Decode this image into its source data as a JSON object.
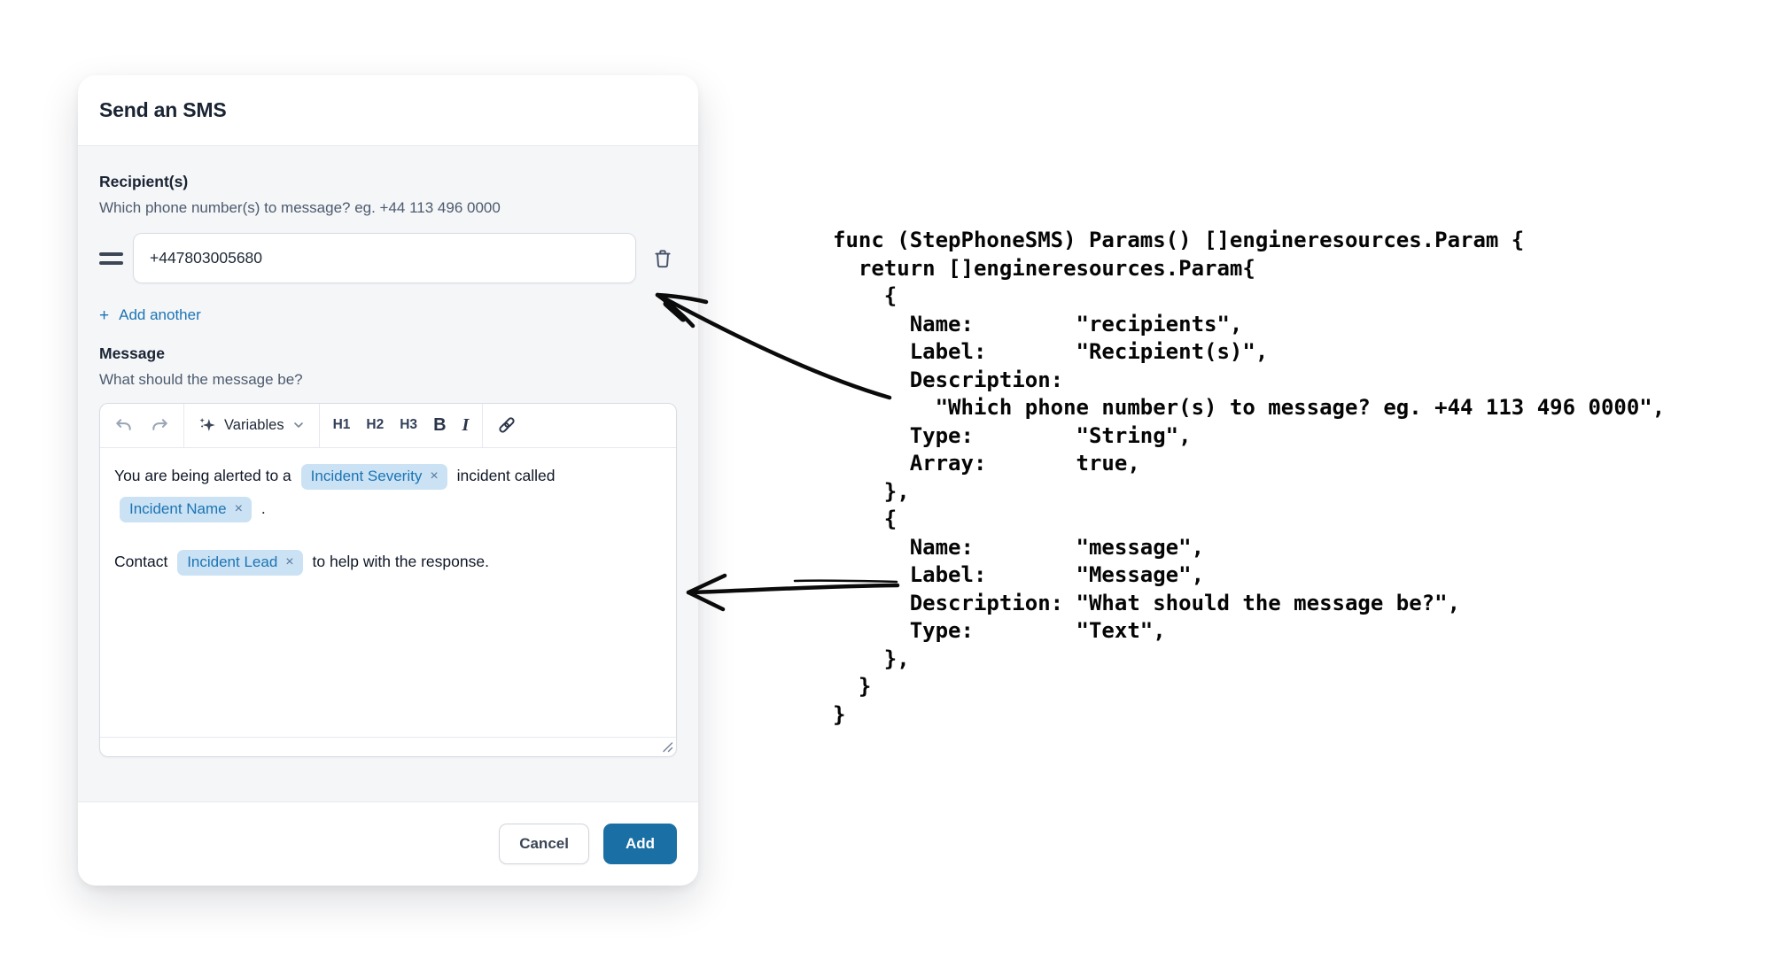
{
  "modal": {
    "title": "Send an SMS",
    "recipients": {
      "label": "Recipient(s)",
      "description": "Which phone number(s) to message? eg. +44 113 496 0000",
      "value": "+447803005680",
      "plus": "+",
      "add_another": "Add another"
    },
    "message": {
      "label": "Message",
      "description": "What should the message be?",
      "toolbar": {
        "variables": "Variables",
        "h1": "H1",
        "h2": "H2",
        "h3": "H3",
        "bold": "B",
        "italic": "I"
      },
      "content": {
        "line1_text1": "You are being alerted to a",
        "chip_severity": "Incident Severity",
        "line1_text2": "incident called",
        "chip_name": "Incident Name",
        "line2_text": ".",
        "line3_text1": "Contact",
        "chip_lead": "Incident Lead",
        "line3_text2": "to help with the response.",
        "chip_remove": "×"
      }
    },
    "footer": {
      "cancel": "Cancel",
      "add": "Add"
    }
  },
  "code": {
    "lines": [
      "func (StepPhoneSMS) Params() []engineresources.Param {",
      "  return []engineresources.Param{",
      "    {",
      "      Name:        \"recipients\",",
      "      Label:       \"Recipient(s)\",",
      "      Description:",
      "        \"Which phone number(s) to message? eg. +44 113 496 0000\",",
      "      Type:        \"String\",",
      "      Array:       true,",
      "    },",
      "    {",
      "      Name:        \"message\",",
      "      Label:       \"Message\",",
      "      Description: \"What should the message be?\",",
      "      Type:        \"Text\",",
      "    },",
      "  }",
      "}"
    ]
  },
  "icons": {
    "drag_handle": "two-bars",
    "trash": "trash-outline",
    "undo": "curved-arrow-left",
    "redo": "curved-arrow-right",
    "sparkle": "four-point-star",
    "chevron_down": "v",
    "link": "chain-link",
    "resize_grip": "diagonal-lines"
  },
  "colors": {
    "primary_button": "#1A6FA4",
    "link_blue": "#1B74B4",
    "chip_bg": "#CBE2F4",
    "chip_text": "#1B74B4",
    "body_bg": "#F5F6F8",
    "border": "#E6E9EE"
  }
}
